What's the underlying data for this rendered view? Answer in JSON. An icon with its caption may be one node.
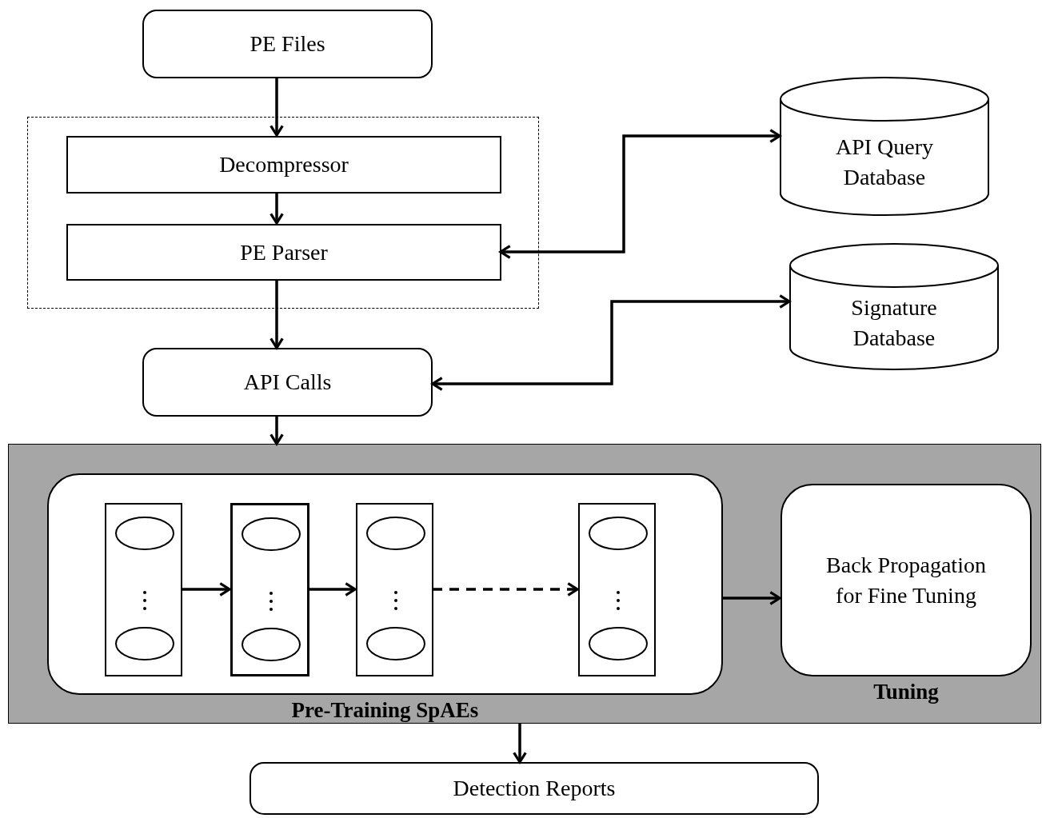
{
  "diagram": {
    "nodes": [
      {
        "text": [
          "PE Files"
        ]
      },
      {
        "text": [],
        "shape": "box"
      },
      {
        "text": [
          "Decompressor"
        ],
        "in": 1
      },
      {
        "text": [
          "PE Parser"
        ],
        "in": 1
      },
      {
        "text": [
          "API Query Database"
        ]
      },
      {
        "text": [
          "Signature Database"
        ]
      },
      {
        "text": [
          "API Calls"
        ]
      },
      {
        "text": [],
        "shape": "box"
      },
      {
        "text": [
          "Pre-Training SpAEs"
        ],
        "in": 7
      },
      {
        "text": [],
        "shape": "box",
        "in": 8
      },
      {
        "text": [],
        "shape": "box",
        "in": 8
      },
      {
        "text": [],
        "shape": "box",
        "in": 8
      },
      {
        "text": [],
        "shape": "box",
        "in": 8
      },
      {
        "text": [
          "Back Propagation for Fine Tuning",
          "Tuning"
        ],
        "in": 7
      },
      {
        "text": [
          "Detection Reports"
        ]
      }
    ],
    "edges": [
      {
        "from": 0,
        "to": 2,
        "arrow": "to"
      },
      {
        "from": 2,
        "to": 3,
        "arrow": "to"
      },
      {
        "from": 3,
        "to": 4,
        "arrow": "both"
      },
      {
        "from": 3,
        "to": 6,
        "arrow": "to"
      },
      {
        "from": 6,
        "to": 5,
        "arrow": "both"
      },
      {
        "from": 6,
        "to": 7,
        "arrow": "to"
      },
      {
        "from": 9,
        "to": 10,
        "arrow": "to"
      },
      {
        "from": 10,
        "to": 11,
        "arrow": "to"
      },
      {
        "from": 11,
        "to": 12,
        "arrow": "to",
        "style": "dashed"
      },
      {
        "from": 8,
        "to": 13,
        "arrow": "to"
      },
      {
        "from": 7,
        "to": 14,
        "arrow": "to"
      }
    ]
  }
}
